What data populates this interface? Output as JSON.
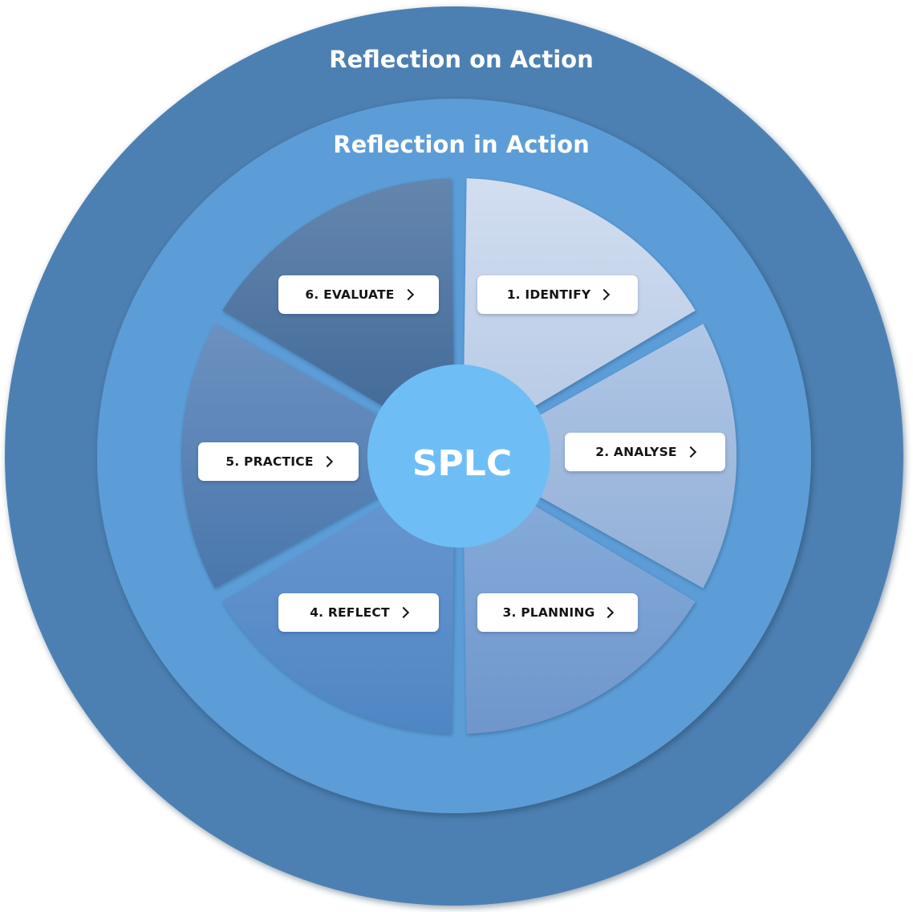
{
  "outer_ring": {
    "title": "Reflection on Action",
    "color": "#4E80B2"
  },
  "inner_ring": {
    "title": "Reflection in Action",
    "color": "#5B9DD8"
  },
  "center": {
    "label": "SPLC",
    "color": "#6EBEF5"
  },
  "steps": [
    {
      "label": "1. IDENTIFY",
      "colors": [
        "#D2DEF0",
        "#B4C8E4"
      ]
    },
    {
      "label": "2. ANALYSE",
      "colors": [
        "#B0C7E6",
        "#92AFD6"
      ]
    },
    {
      "label": "3. PLANNING",
      "colors": [
        "#88AEDC",
        "#6F96CB"
      ]
    },
    {
      "label": "4. REFLECT",
      "colors": [
        "#6A98D2",
        "#4F86C4"
      ]
    },
    {
      "label": "5. PRACTICE",
      "colors": [
        "#6C91C0",
        "#4A77AD"
      ]
    },
    {
      "label": "6. EVALUATE",
      "colors": [
        "#6486AE",
        "#3F6796"
      ]
    }
  ]
}
